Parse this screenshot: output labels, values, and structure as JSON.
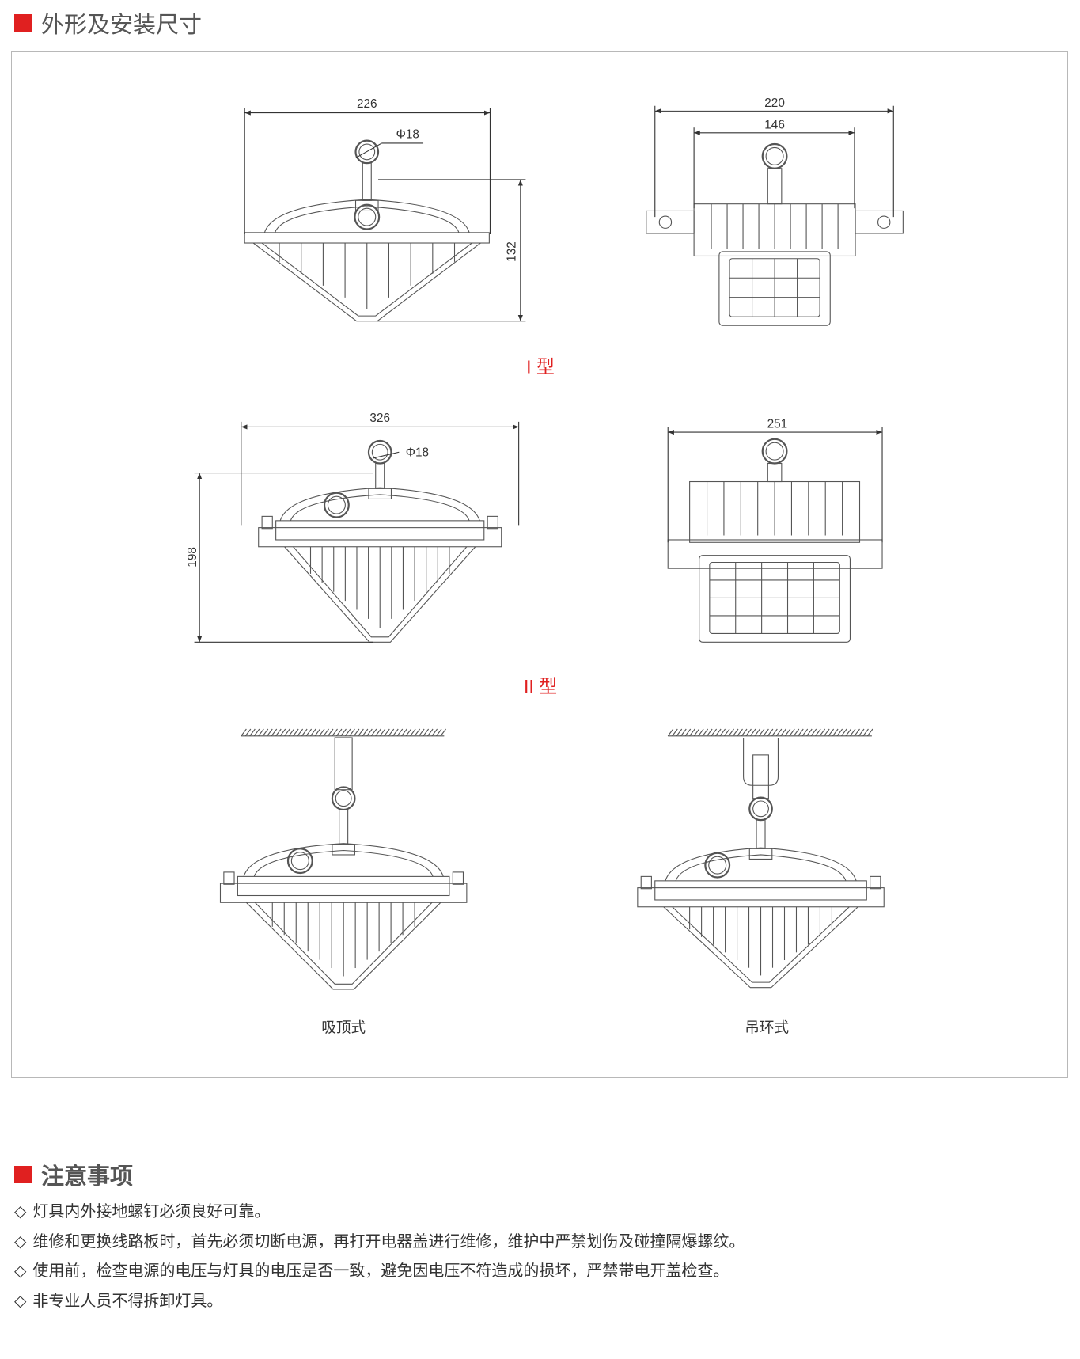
{
  "section1": {
    "title": "外形及安装尺寸"
  },
  "diagram": {
    "type1": {
      "label": "I 型",
      "front_width": "226",
      "ring_dia": "Φ18",
      "height": "132",
      "side_width": "220",
      "side_inner_width": "146"
    },
    "type2": {
      "label": "II 型",
      "front_width": "326",
      "ring_dia": "Φ18",
      "height": "198",
      "side_width": "251"
    },
    "mount": {
      "ceiling": "吸顶式",
      "ring": "吊环式"
    },
    "accent_color": "#e02020"
  },
  "section2": {
    "title": "注意事项",
    "marker": "◇",
    "items": [
      "灯具内外接地螺钉必须良好可靠。",
      "维修和更换线路板时，首先必须切断电源，再打开电器盖进行维修，维护中严禁划伤及碰撞隔爆螺纹。",
      "使用前，检查电源的电压与灯具的电压是否一致，避免因电压不符造成的损坏，严禁带电开盖检查。",
      "非专业人员不得拆卸灯具。"
    ]
  }
}
